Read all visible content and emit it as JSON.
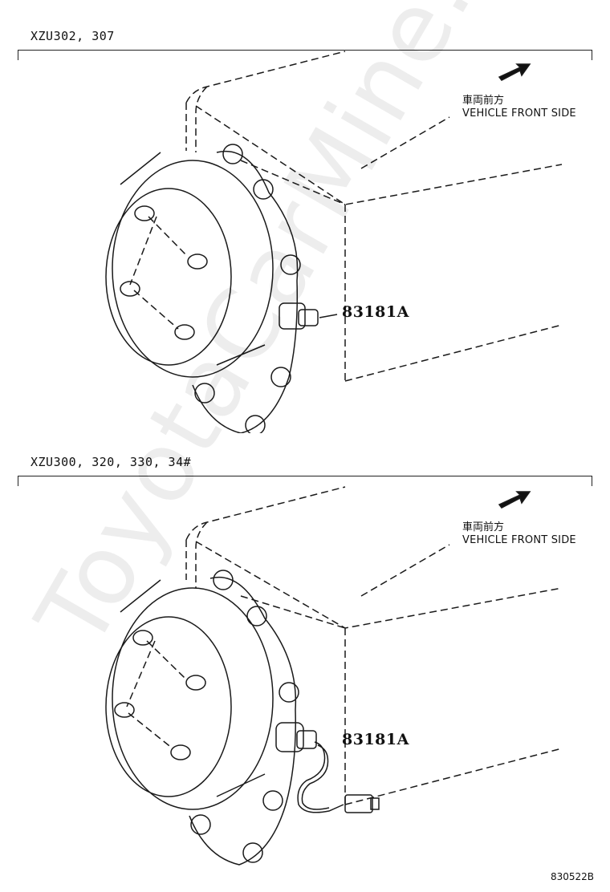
{
  "watermark": "ToyotaCarMine.ru",
  "panels": [
    {
      "model_label": "XZU302, 307",
      "direction_jp": "車両前方",
      "direction_en": "VEHICLE FRONT SIDE",
      "part_number": "83181A"
    },
    {
      "model_label": "XZU300, 320, 330, 34#",
      "direction_jp": "車両前方",
      "direction_en": "VEHICLE FRONT SIDE",
      "part_number": "83181A"
    }
  ],
  "figure_code": "830522B"
}
